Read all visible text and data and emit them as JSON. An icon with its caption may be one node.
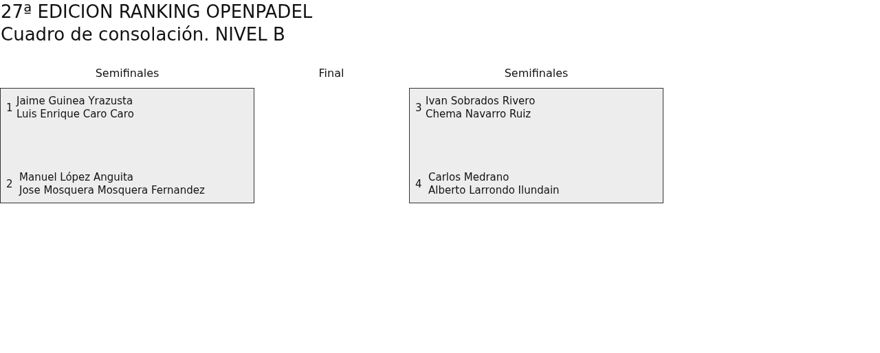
{
  "diagram": {
    "title": "27ª EDICION RANKING OPENPADEL",
    "nodes": [
      {
        "text": [
          "1",
          "Jaime Guinea Yrazusta",
          "Luis Enrique Caro Caro",
          "2",
          "Manuel López Anguita",
          "Jose Mosquera Mosquera Fernandez"
        ]
      },
      {
        "text": [
          "3",
          "Ivan Sobrados Rivero",
          "Chema Navarro Ruiz",
          "4",
          "Carlos Medrano",
          "Alberto Larrondo Ilundain"
        ]
      }
    ],
    "labels": [
      "Cuadro de consolación. NIVEL B",
      "Semifinales",
      "Final",
      "Semifinales"
    ]
  }
}
